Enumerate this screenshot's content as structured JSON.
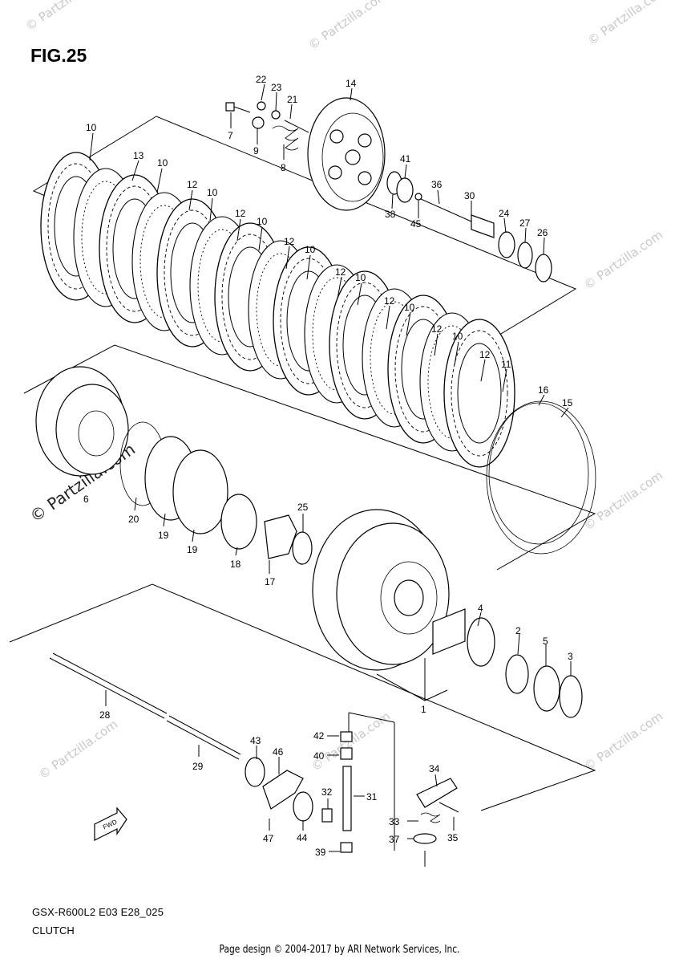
{
  "figure": {
    "title": "FIG.25",
    "model_code": "GSX-R600L2 E03 E28_025",
    "name": "CLUTCH",
    "footer": "Page design © 2004-2017 by ARI Network Services, Inc.",
    "watermark": "© Partzilla.com",
    "watermark_prominent": "© Partzilla.com",
    "fwd_label": "FWD"
  },
  "callouts": [
    "1",
    "2",
    "3",
    "4",
    "5",
    "6",
    "7",
    "8",
    "9",
    "10",
    "11",
    "12",
    "13",
    "14",
    "15",
    "16",
    "17",
    "18",
    "19",
    "20",
    "21",
    "22",
    "23",
    "24",
    "25",
    "26",
    "27",
    "28",
    "29",
    "30",
    "31",
    "32",
    "33",
    "34",
    "35",
    "36",
    "37",
    "38",
    "39",
    "40",
    "41",
    "42",
    "43",
    "44",
    "45",
    "46",
    "47"
  ]
}
